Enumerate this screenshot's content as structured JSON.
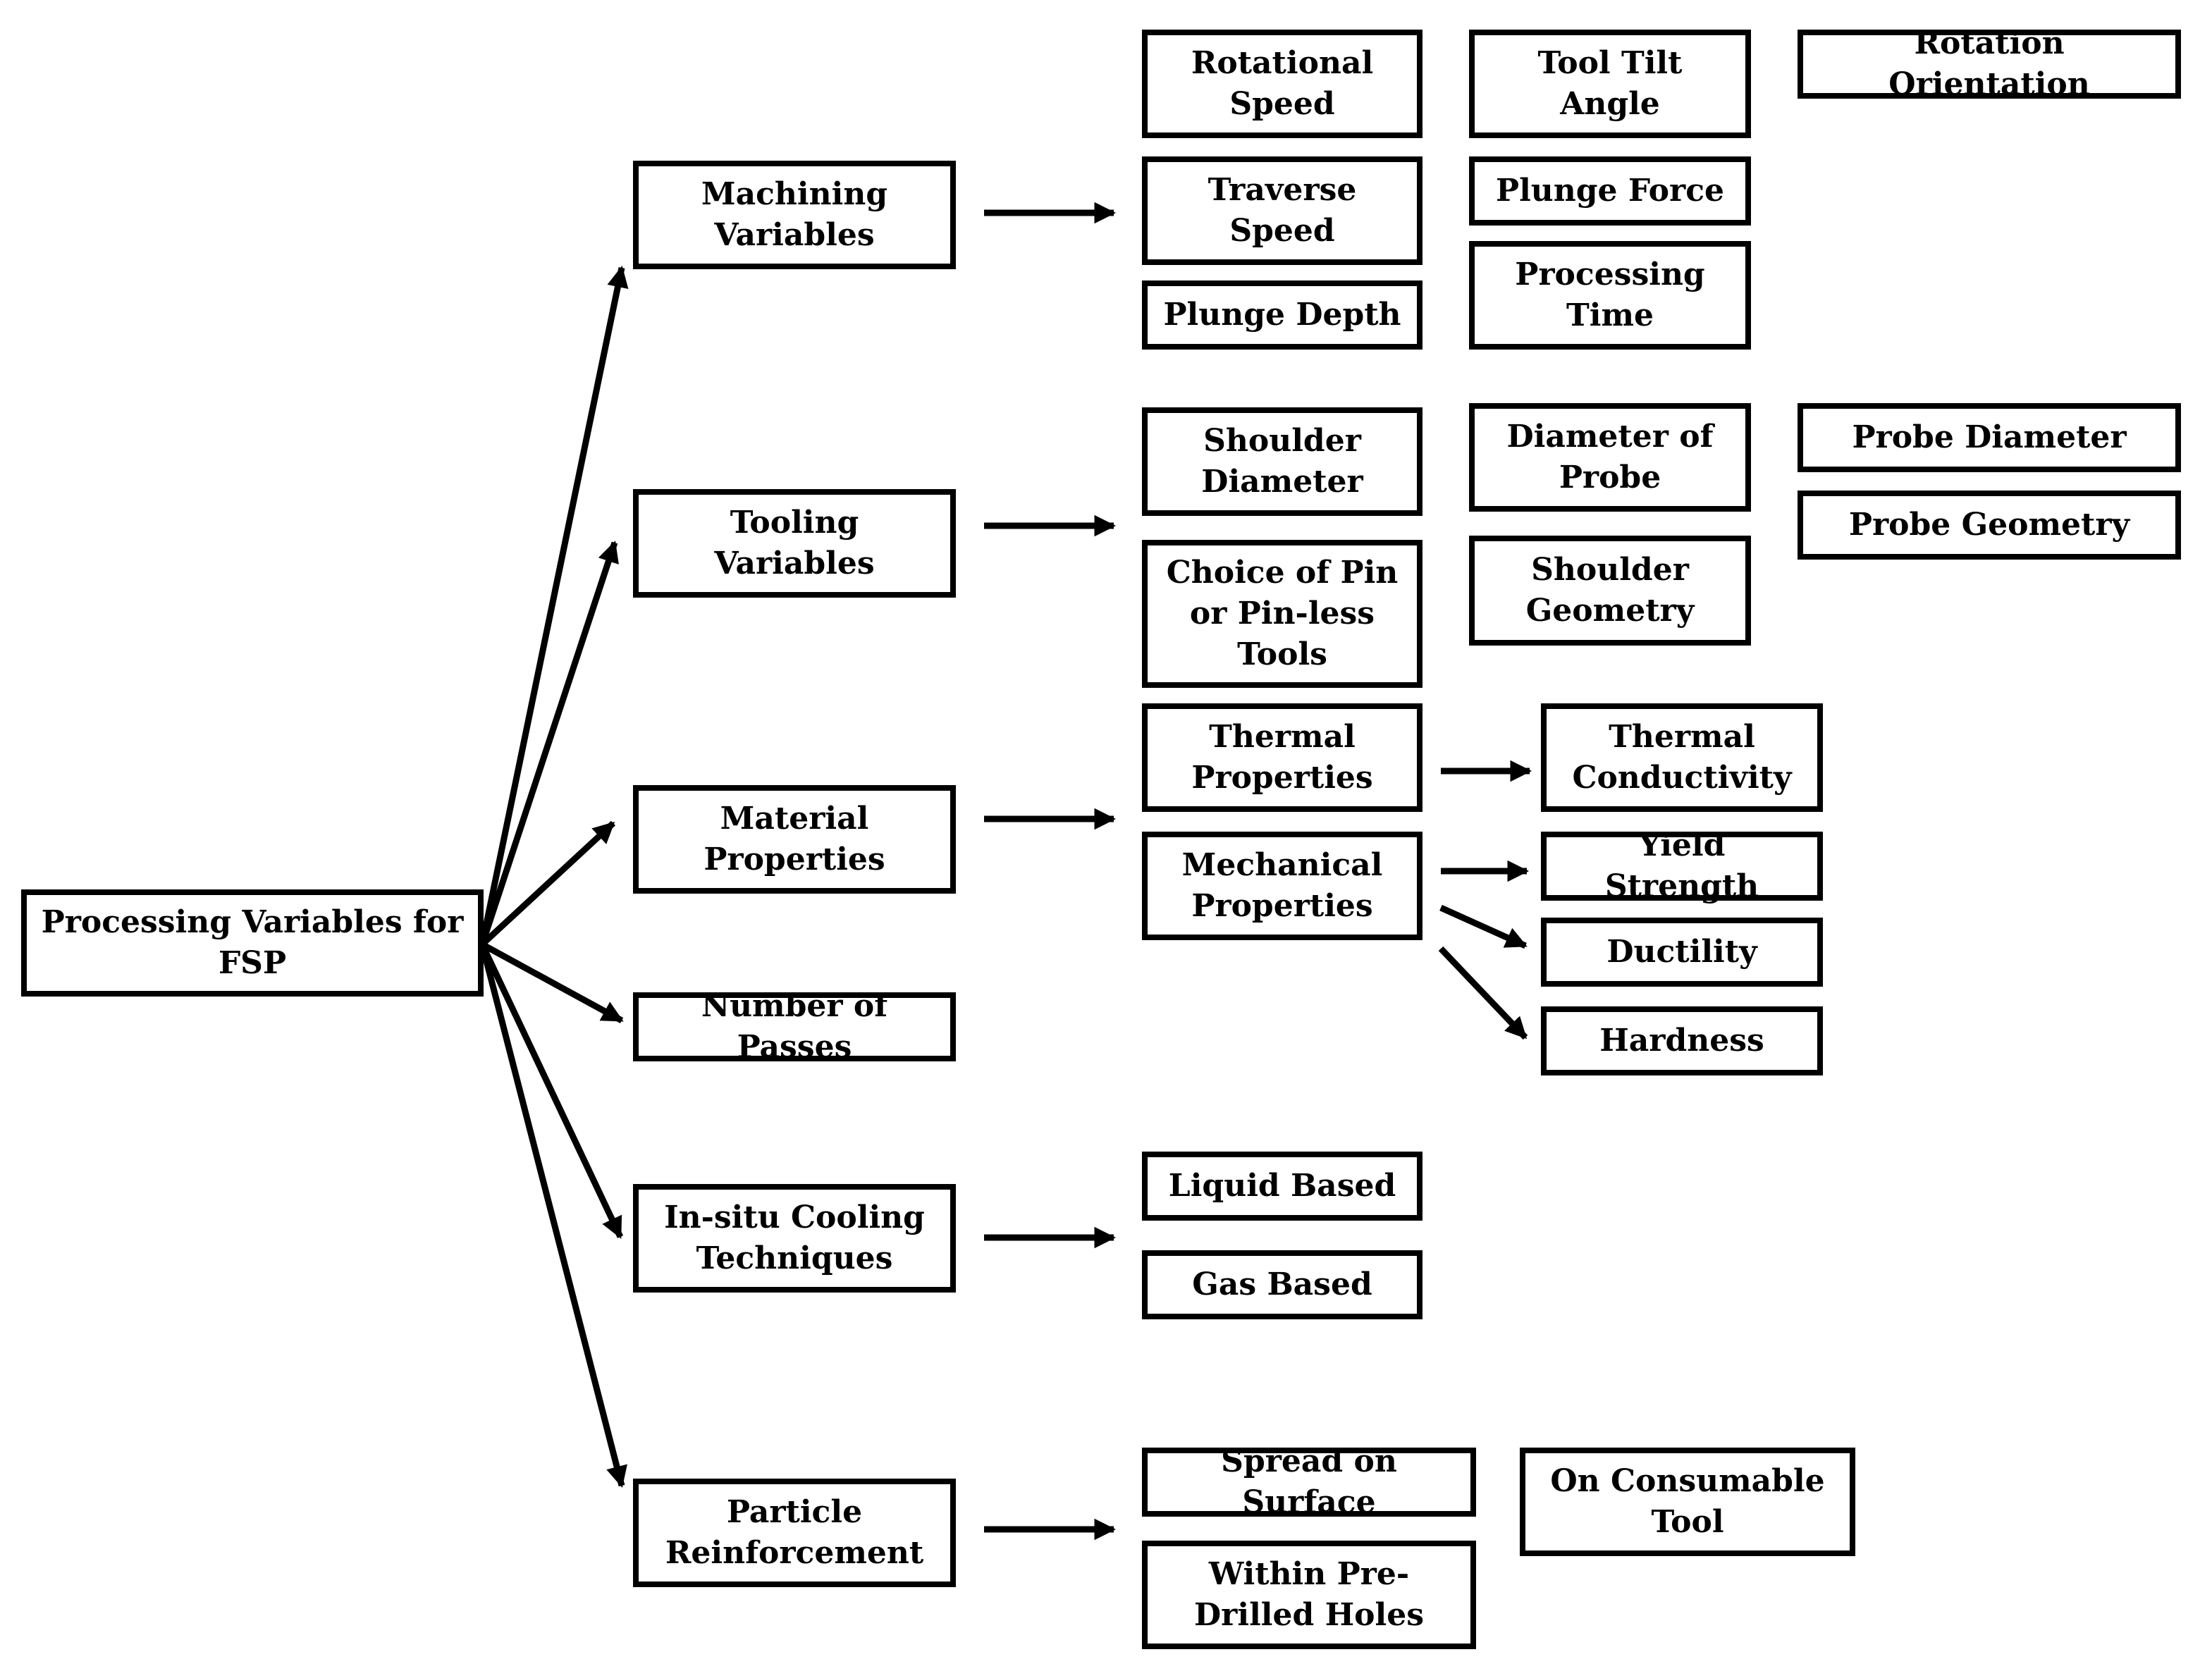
{
  "diagram": {
    "root": "Processing Variables for\nFSP",
    "categories": {
      "machining": "Machining\nVariables",
      "tooling": "Tooling\nVariables",
      "material": "Material\nProperties",
      "passes": "Number of Passes",
      "cooling": "In-situ Cooling\nTechniques",
      "particle": "Particle\nReinforcement"
    },
    "machining_items": {
      "rotational_speed": "Rotational\nSpeed",
      "tool_tilt_angle": "Tool Tilt\nAngle",
      "rotation_orientation": "Rotation Orientation",
      "traverse_speed": "Traverse\nSpeed",
      "plunge_force": "Plunge Force",
      "plunge_depth": "Plunge Depth",
      "processing_time": "Processing\nTime"
    },
    "tooling_items": {
      "shoulder_diameter": "Shoulder\nDiameter",
      "diameter_of_probe": "Diameter of\nProbe",
      "probe_diameter": "Probe Diameter",
      "probe_geometry": "Probe Geometry",
      "pin_choice": "Choice of Pin\nor Pin-less\nTools",
      "shoulder_geometry": "Shoulder\nGeometry"
    },
    "material_items": {
      "thermal_properties": "Thermal\nProperties",
      "thermal_conductivity": "Thermal\nConductivity",
      "mechanical_properties": "Mechanical\nProperties",
      "yield_strength": "Yield Strength",
      "ductility": "Ductility",
      "hardness": "Hardness"
    },
    "cooling_items": {
      "liquid_based": "Liquid Based",
      "gas_based": "Gas Based"
    },
    "particle_items": {
      "spread_on_surface": "Spread on Surface",
      "on_consumable_tool": "On Consumable\nTool",
      "within_holes": "Within Pre-\nDrilled Holes"
    }
  }
}
